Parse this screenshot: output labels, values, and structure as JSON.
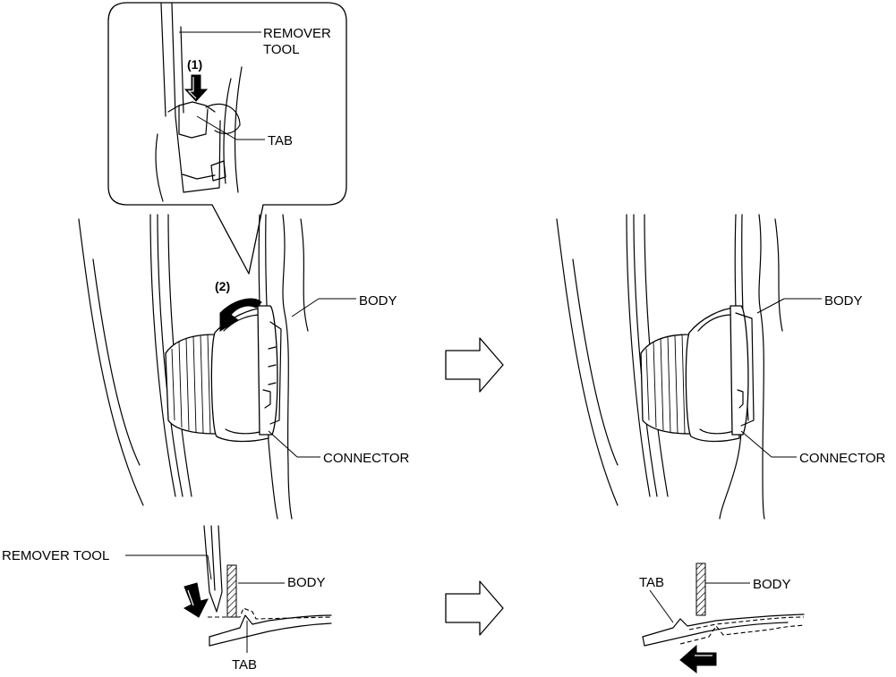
{
  "labels": {
    "remover_tool_inset": "REMOVER\nTOOL",
    "tab_inset": "TAB",
    "step1": "(1)",
    "step2": "(2)",
    "body_left": "BODY",
    "connector_left": "CONNECTOR",
    "body_right": "BODY",
    "connector_right": "CONNECTOR",
    "remover_tool_bottom": "REMOVER TOOL",
    "body_bottom_left": "BODY",
    "tab_bottom_left": "TAB",
    "tab_bottom_right": "TAB",
    "body_bottom_right": "BODY"
  }
}
